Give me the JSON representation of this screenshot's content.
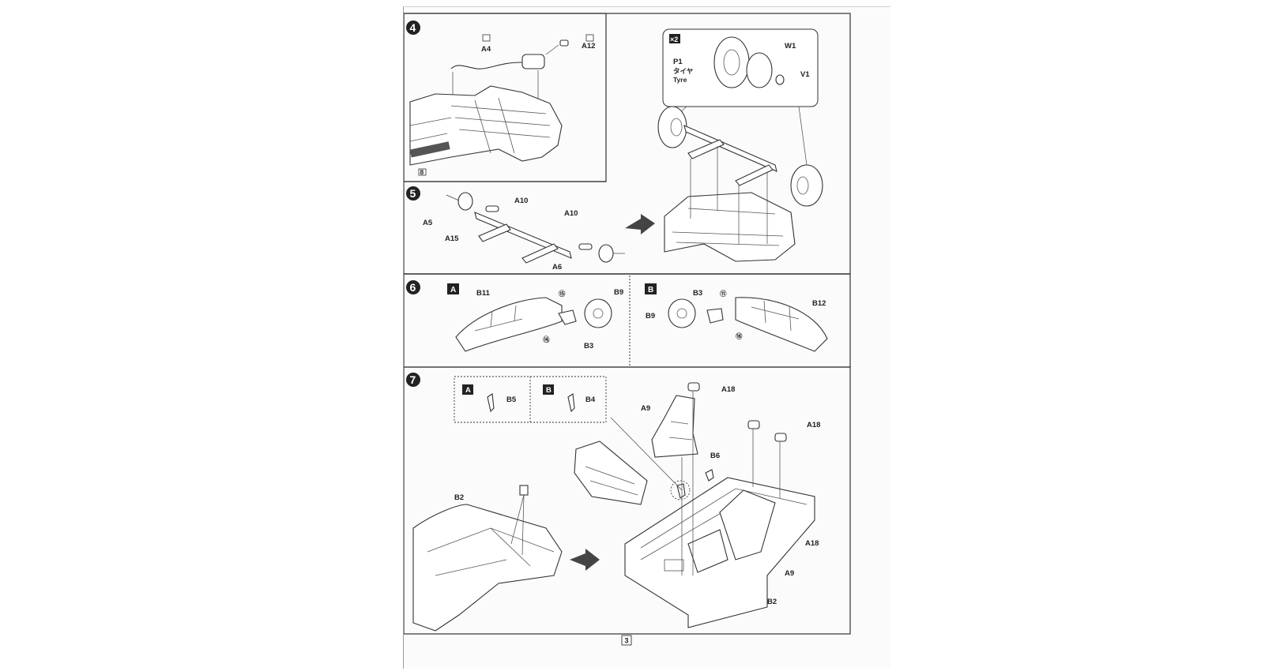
{
  "steps": [
    {
      "num": "4",
      "labels": {
        "a4": "A4",
        "a12": "A12",
        "tag": "8"
      }
    },
    {
      "num": "5",
      "labels": {
        "a10a": "A10",
        "a10b": "A10",
        "a5": "A5",
        "a15": "A15",
        "a6": "A6"
      }
    },
    {
      "num": "6",
      "variant_a": {
        "tag": "A",
        "b11": "B11",
        "b9": "B9",
        "b3": "B3",
        "note1": "⑮",
        "note2": "⑭"
      },
      "variant_b": {
        "tag": "B",
        "b3": "B3",
        "b9": "B9",
        "b12": "B12",
        "note1": "⑪",
        "note2": "⑯"
      }
    },
    {
      "num": "7",
      "labels": {
        "a": "A",
        "b5": "B5",
        "b": "B",
        "b4": "B4",
        "a9a": "A9",
        "a18a": "A18",
        "b6": "B6",
        "a18b": "A18",
        "b2a": "B2",
        "a18c": "A18",
        "a9b": "A9",
        "b2b": "B2"
      }
    }
  ],
  "wheel_callout": {
    "multiplier": "×2",
    "w1": "W1",
    "v1": "V1",
    "p1": "P1",
    "tyre_jp": "タイヤ",
    "tyre_en": "Tyre"
  },
  "page_number": "3"
}
